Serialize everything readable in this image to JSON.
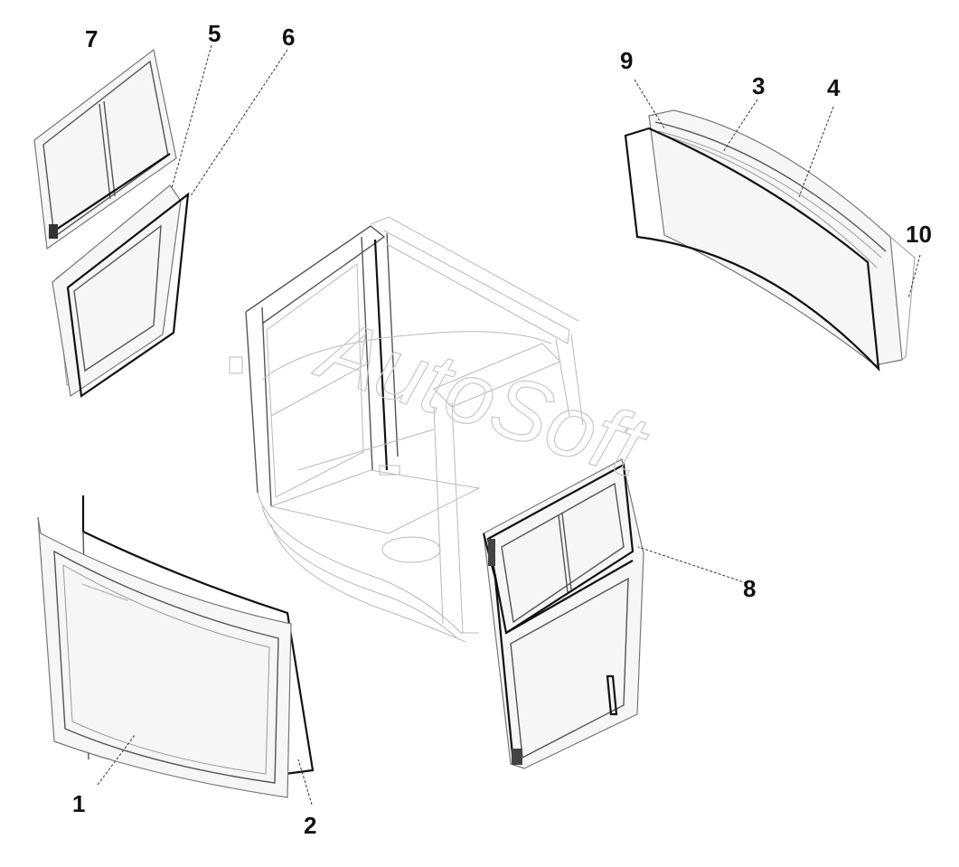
{
  "watermark": "AutoSoft",
  "callouts": [
    {
      "id": "1",
      "label": "1"
    },
    {
      "id": "2",
      "label": "2"
    },
    {
      "id": "3",
      "label": "3"
    },
    {
      "id": "4",
      "label": "4"
    },
    {
      "id": "5",
      "label": "5"
    },
    {
      "id": "6",
      "label": "6"
    },
    {
      "id": "7",
      "label": "7"
    },
    {
      "id": "8",
      "label": "8"
    },
    {
      "id": "9",
      "label": "9"
    },
    {
      "id": "10",
      "label": "10"
    }
  ]
}
